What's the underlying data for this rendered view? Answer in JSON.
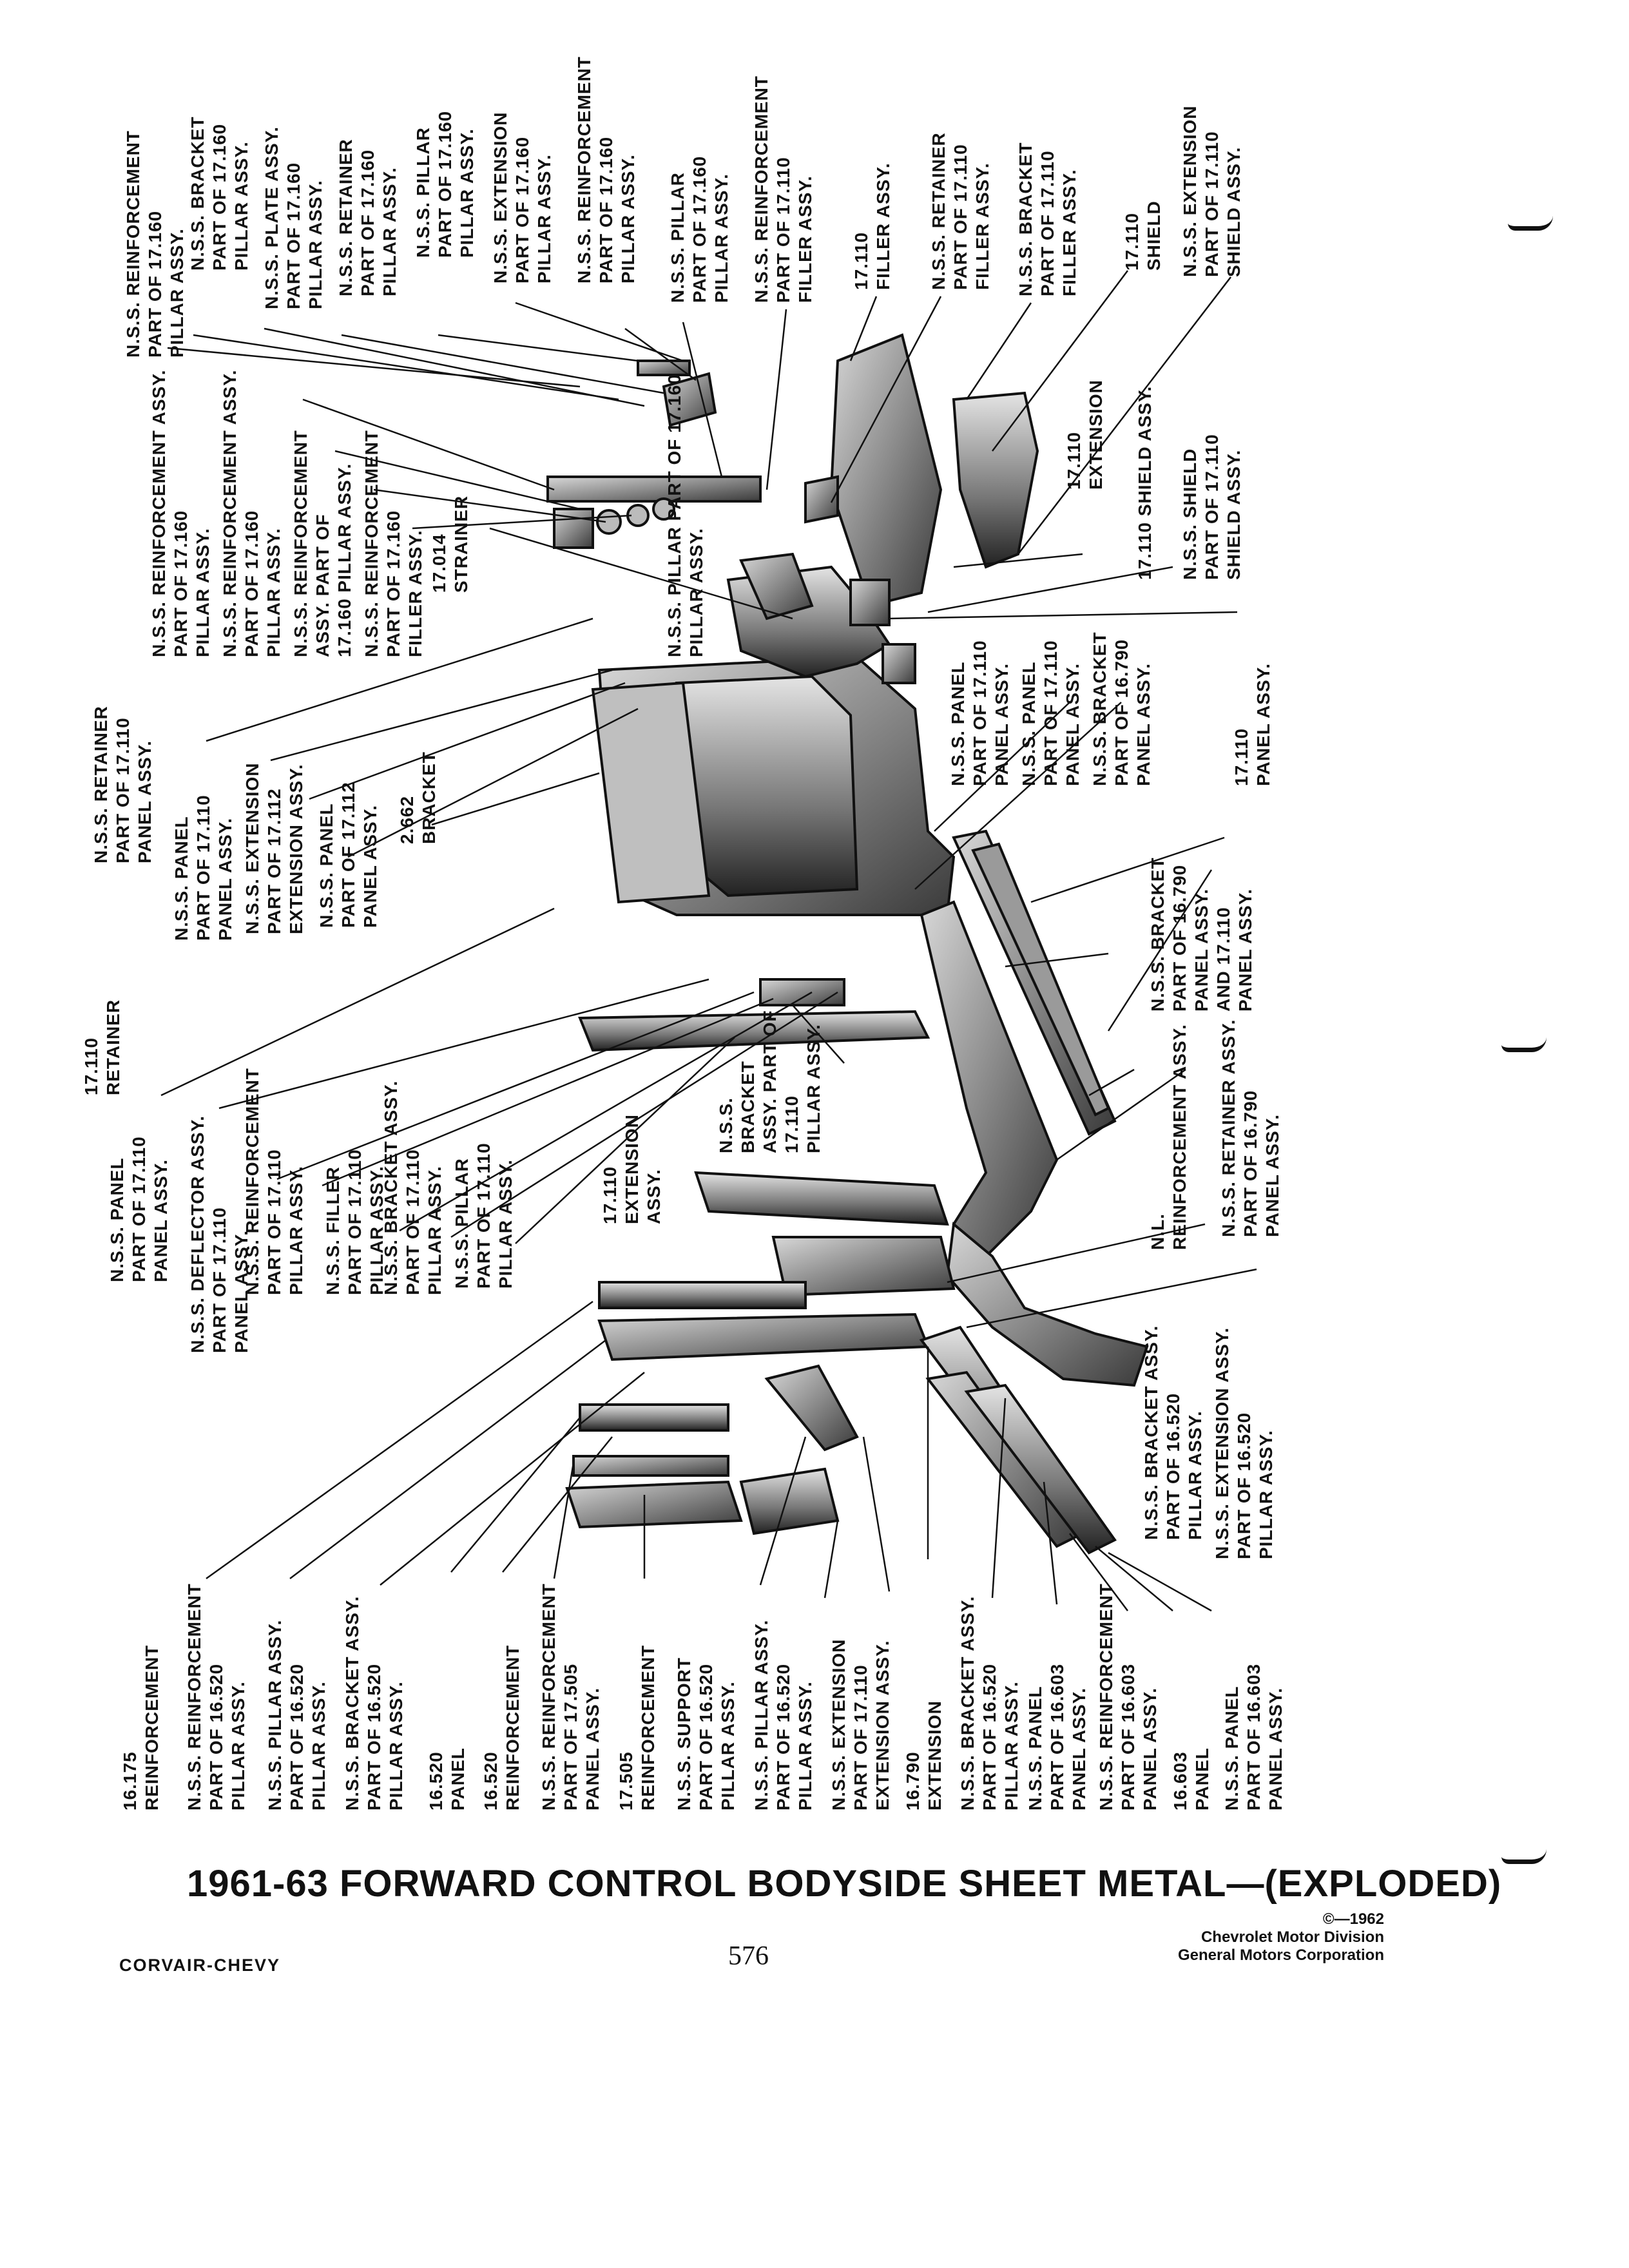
{
  "document": {
    "title": "1961-63 FORWARD CONTROL BODYSIDE SHEET METAL—(EXPLODED)",
    "page_number": "576",
    "footer_left": "CORVAIR-CHEVY",
    "copyright": {
      "line1": "©—1962",
      "line2": "Chevrolet Motor Division",
      "line3": "General Motors Corporation"
    }
  },
  "callouts": {
    "top": [
      "N.S.S. REINFORCEMENT\nPART OF 17.160\nPILLAR ASSY.",
      "N.S.S. BRACKET\nPART OF 17.160\nPILLAR ASSY.",
      "N.S.S. PLATE ASSY.\nPART OF 17.160\nPILLAR ASSY.",
      "N.S.S. RETAINER\nPART OF 17.160\nPILLAR ASSY.",
      "N.S.S. PILLAR\nPART OF 17.160\nPILLAR ASSY.",
      "N.S.S. EXTENSION\nPART OF 17.160\nPILLAR ASSY.",
      "N.S.S. REINFORCEMENT\nPART OF 17.160\nPILLAR ASSY.",
      "N.S.S. PILLAR\nPART OF 17.160\nPILLAR ASSY.",
      "N.S.S. REINFORCEMENT\nPART OF 17.110\nFILLER ASSY.",
      "17.110\nFILLER ASSY.",
      "N.S.S. RETAINER\nPART OF 17.110\nFILLER ASSY.",
      "N.S.S. BRACKET\nPART OF 17.110\nFILLER ASSY.",
      "17.110\nSHIELD",
      "N.S.S. EXTENSION\nPART OF 17.110\nSHIELD ASSY."
    ],
    "upper_middle": [
      "N.S.S. PILLAR PART OF 17.160\nPILLAR ASSY.",
      "N.S.S. REINFORCEMENT ASSY.\nPART OF 17.160\nPILLAR ASSY.",
      "N.S.S. REINFORCEMENT ASSY.\nPART OF 17.160\nPILLAR ASSY.",
      "N.S.S. REINFORCEMENT\nASSY. PART OF\n17.160 PILLAR ASSY.",
      "N.S.S. REINFORCEMENT\nPART OF 17.160\nFILLER ASSY.",
      "17.014\nSTRAINER",
      "17.110\nEXTENSION",
      "17.110 SHIELD ASSY.",
      "N.S.S. SHIELD\nPART OF 17.110\nSHIELD ASSY."
    ],
    "middle": [
      "N.S.S. RETAINER\nPART OF 17.110\nPANEL ASSY.",
      "N.S.S. PANEL\nPART OF 17.110\nPANEL ASSY.",
      "N.S.S. EXTENSION\nPART OF 17.112\nEXTENSION ASSY.",
      "N.S.S. PANEL\nPART OF 17.112\nPANEL ASSY.",
      "2.662\nBRACKET",
      "N.S.S. PANEL\nPART OF 17.110\nPANEL ASSY.",
      "N.S.S. PANEL\nPART OF 17.110\nPANEL ASSY.",
      "N.S.S. BRACKET\nPART OF 16.790\nPANEL ASSY.",
      "17.110\nPANEL ASSY."
    ],
    "lower_middle": [
      "17.110\nRETAINER",
      "N.S.S. PANEL\nPART OF 17.110\nPANEL ASSY.",
      "N.S.S. DEFLECTOR ASSY.\nPART OF 17.110\nPANEL ASSY.",
      "N.S.S. REINFORCEMENT\nPART OF 17.110\nPILLAR ASSY.",
      "N.S.S. FILLER\nPART OF 17.110\nPILLAR ASSY.",
      "N.S.S. BRACKET ASSY.\nPART OF 17.110\nPILLAR ASSY.",
      "N.S.S. PILLAR\nPART OF 17.110\nPILLAR ASSY.",
      "17.110\nEXTENSION\nASSY.",
      "N.S.S.\nBRACKET\nASSY. PART OF\n17.110\nPILLAR ASSY.",
      "N.S.S. BRACKET\nPART OF 16.790\nPANEL ASSY.\nAND 17.110\nPANEL ASSY.",
      "N.L.\nREINFORCEMENT ASSY.",
      "N.S.S. RETAINER ASSY.\nPART OF 16.790\nPANEL ASSY.",
      "N.S.S. BRACKET ASSY.\nPART OF 16.520\nPILLAR ASSY.",
      "N.S.S. EXTENSION ASSY.\nPART OF 16.520\nPILLAR ASSY."
    ],
    "bottom": [
      "16.175\nREINFORCEMENT",
      "N.S.S. REINFORCEMENT\nPART OF 16.520\nPILLAR ASSY.",
      "N.S.S. PILLAR ASSY.\nPART OF 16.520\nPILLAR ASSY.",
      "N.S.S. BRACKET ASSY.\nPART OF 16.520\nPILLAR ASSY.",
      "16.520\nPANEL",
      "16.520\nREINFORCEMENT",
      "N.S.S. REINFORCEMENT\nPART OF 17.505\nPANEL ASSY.",
      "17.505\nREINFORCEMENT",
      "N.S.S. SUPPORT\nPART OF 16.520\nPILLAR ASSY.",
      "N.S.S. PILLAR ASSY.\nPART OF 16.520\nPILLAR ASSY.",
      "N.S.S. EXTENSION\nPART OF 17.110\nEXTENSION ASSY.",
      "16.790\nEXTENSION",
      "N.S.S. BRACKET ASSY.\nPART OF 16.520\nPILLAR ASSY.",
      "N.S.S. PANEL\nPART OF 16.603\nPANEL ASSY.",
      "N.S.S. REINFORCEMENT\nPART OF 16.603\nPANEL ASSY.",
      "16.603\nPANEL",
      "N.S.S. PANEL\nPART OF 16.603\nPANEL ASSY."
    ]
  }
}
